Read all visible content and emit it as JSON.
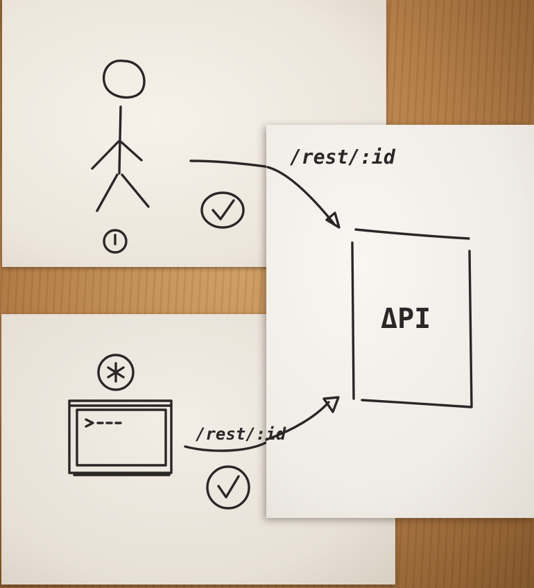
{
  "sketch": {
    "user_card": {
      "actor": "stick-figure-user",
      "badge_icon": "clock-icon",
      "status_icon": "check-circle-icon"
    },
    "cli_card": {
      "actor": "terminal-window",
      "prompt_text": ">--",
      "badge_icon": "asterisk-icon",
      "status_icon": "check-circle-icon"
    },
    "api_card": {
      "endpoint_label_top": "/rest/:id",
      "endpoint_label_bottom": "/rest/:id",
      "box_label": "ΔPI"
    }
  }
}
